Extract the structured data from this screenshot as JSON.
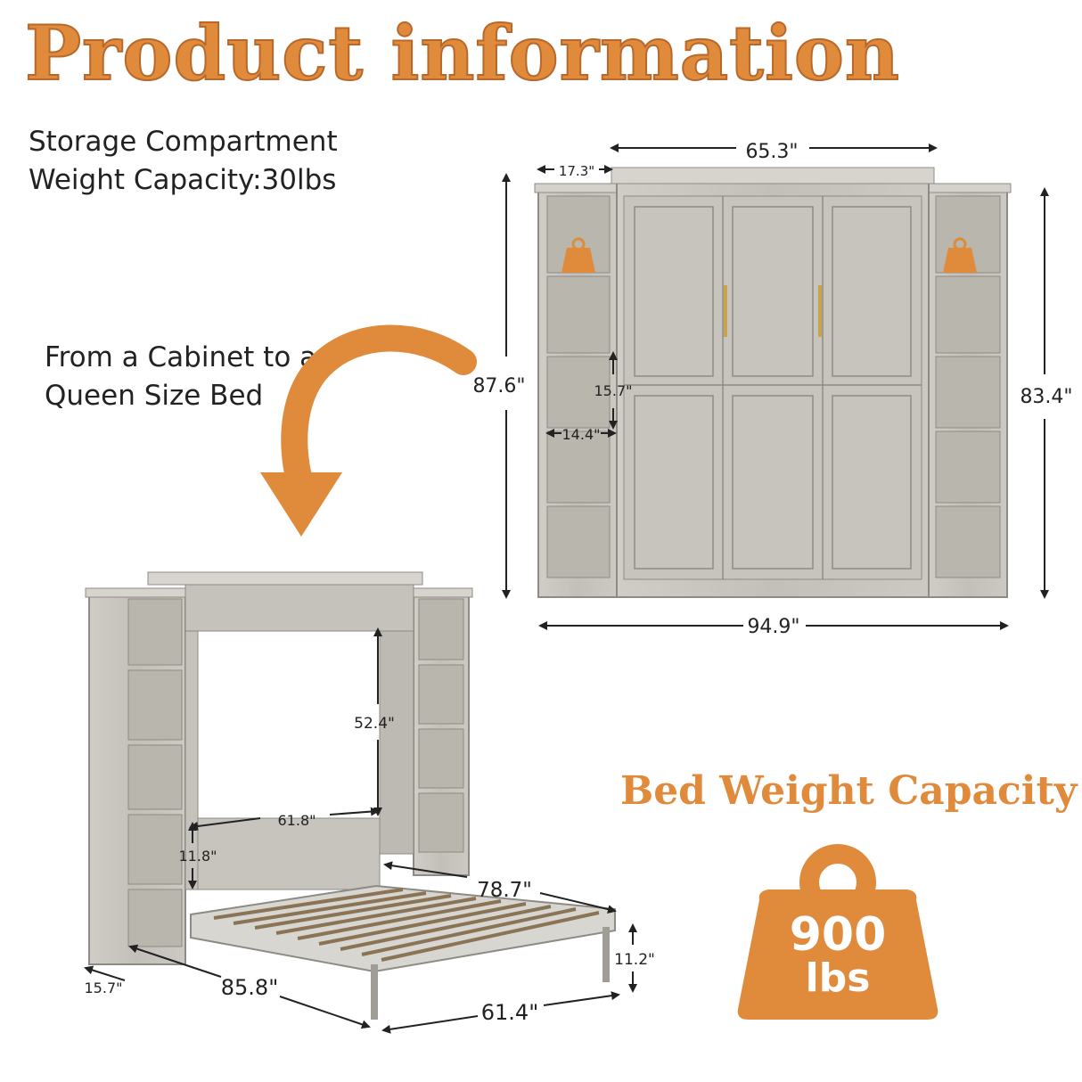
{
  "title": "Product information",
  "storage_note": {
    "line1": "Storage Compartment",
    "line2": "Weight Capacity:30lbs"
  },
  "conversion_note": {
    "line1": "From a Cabinet to a",
    "line2": "Queen Size Bed"
  },
  "cabinet_dimensions": {
    "top_width": "65.3\"",
    "side_width": "17.3\"",
    "total_height": "87.6\"",
    "right_height": "83.4\"",
    "shelf_height": "15.7\"",
    "shelf_width": "14.4\"",
    "total_width": "94.9\""
  },
  "bed_dimensions": {
    "opening_height": "52.4\"",
    "opening_width": "61.8\"",
    "headboard_height": "11.8\"",
    "bed_length": "78.7\"",
    "leg_height": "11.2\"",
    "side_depth": "15.7\"",
    "overall_length": "85.8\"",
    "bed_width": "61.4\""
  },
  "bed_capacity": {
    "title": "Bed Weight Capacity",
    "value": "900",
    "unit": "lbs"
  },
  "colors": {
    "accent": "#e08a3c",
    "wood": "#c9c7c0",
    "wood_dark": "#a8a59d"
  }
}
